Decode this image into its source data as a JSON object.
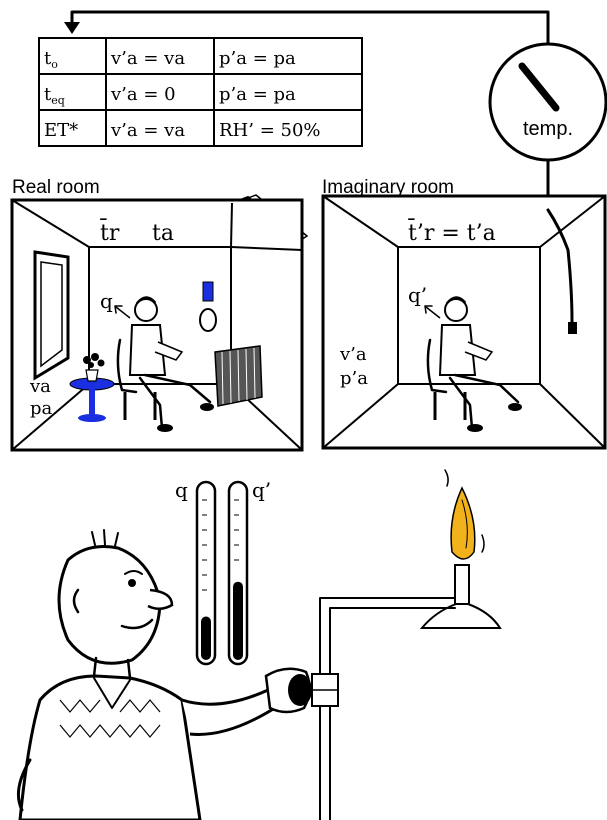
{
  "table": {
    "rows": [
      {
        "state": "t",
        "state_sub": "o",
        "vel": "v’a = va",
        "cond": "p’a = pa"
      },
      {
        "state": "t",
        "state_sub": "eq",
        "vel": "v’a = 0",
        "cond": "p’a = pa"
      },
      {
        "state": "ET*",
        "state_sub": "",
        "vel": "v’a = va",
        "cond": "RH’ = 50%"
      }
    ]
  },
  "gauge": {
    "label": "temp."
  },
  "real_room": {
    "title": "Real room",
    "tr": "t̄r",
    "ta": "ta",
    "q": "q",
    "va": "va",
    "pa": "pa"
  },
  "imaginary_room": {
    "title": "Imaginary room",
    "equation": "t̄’r = t’a",
    "q": "q’",
    "va": "v’a",
    "pa": "p’a"
  },
  "thermometers": {
    "left_label": "q",
    "right_label": "q’",
    "left_level": 0.25,
    "right_level": 0.45
  },
  "colors": {
    "ink": "#000000",
    "flame": "#F2B21B",
    "blue_object": "#1A2FE0"
  }
}
